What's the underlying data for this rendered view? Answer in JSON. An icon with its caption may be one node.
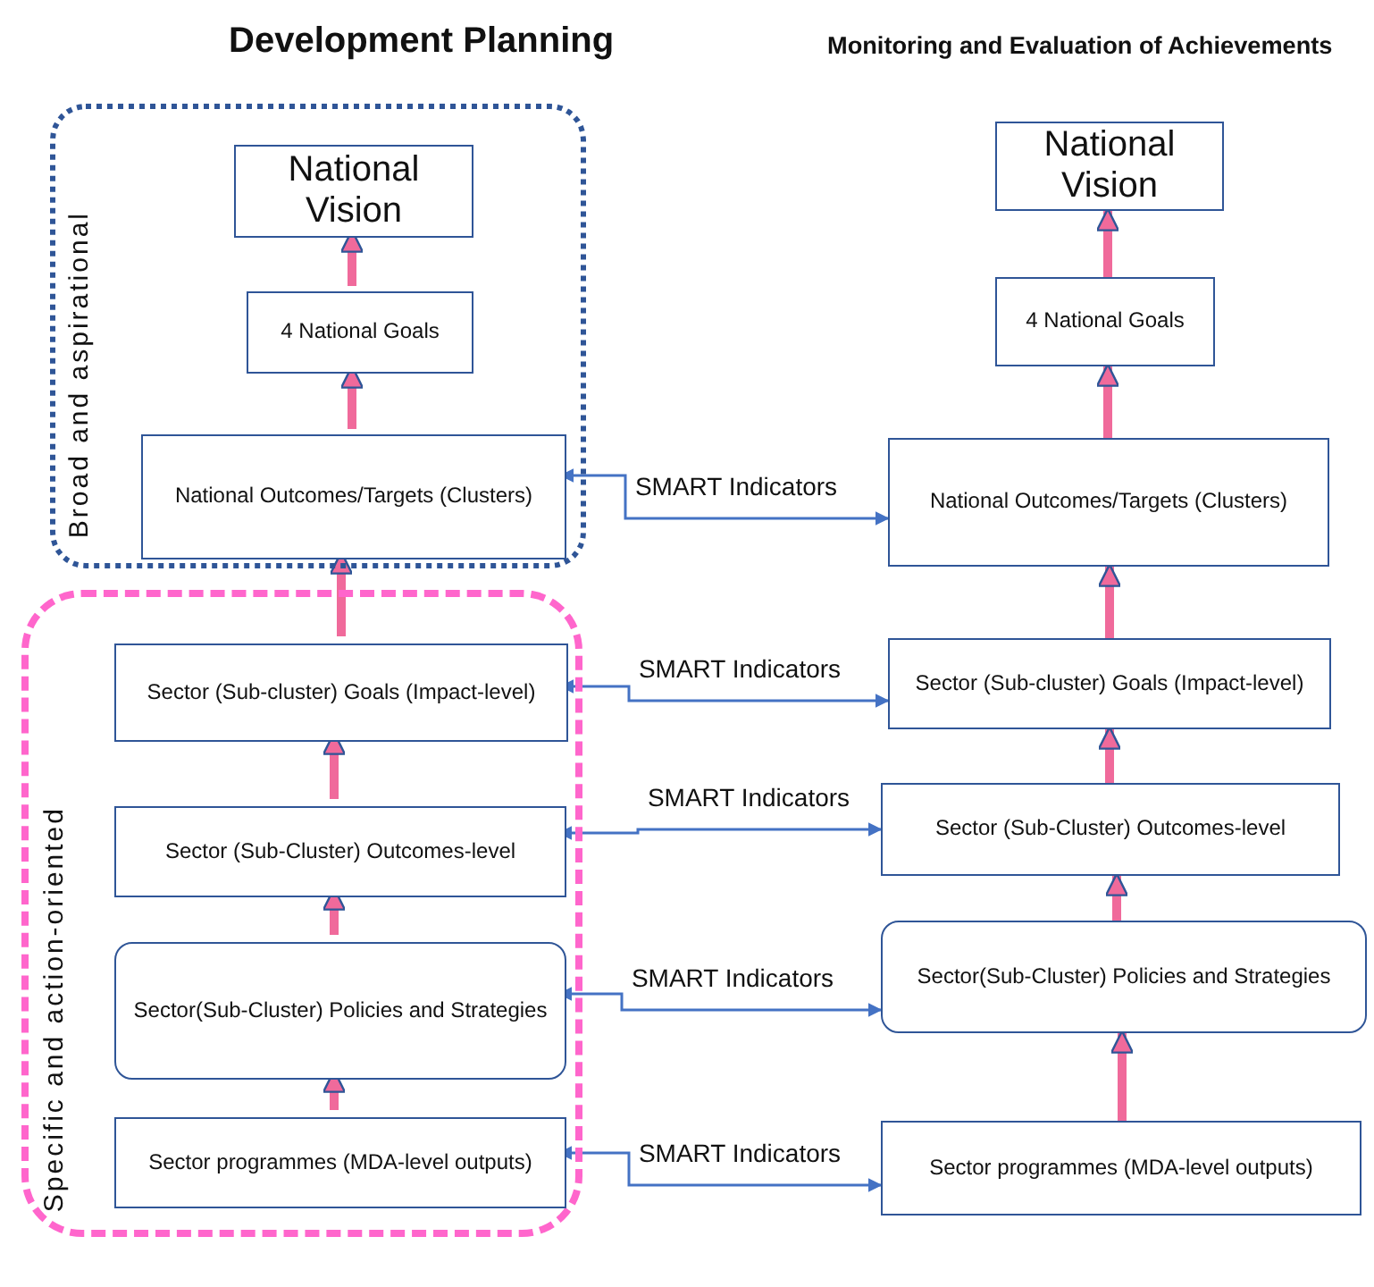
{
  "diagram": {
    "nodes": [
      {
        "text": [
          "Broad and aspirational"
        ]
      },
      {
        "text": [
          "National Vision"
        ],
        "in": 0
      },
      {
        "text": [
          "4 National Goals"
        ],
        "in": 0
      },
      {
        "text": [
          "National Outcomes/Targets (Clusters)"
        ],
        "in": 0
      },
      {
        "text": [
          "Specific and action-oriented"
        ]
      },
      {
        "text": [
          "Sector (Sub-cluster) Goals (Impact-level)"
        ],
        "in": 4
      },
      {
        "text": [
          "Sector (Sub-Cluster) Outcomes-level"
        ],
        "in": 4
      },
      {
        "text": [
          "Sector(Sub-Cluster) Policies and Strategies"
        ],
        "in": 4
      },
      {
        "text": [
          "Sector programmes (MDA-level outputs)"
        ],
        "in": 4
      },
      {
        "text": [
          "National Vision"
        ]
      },
      {
        "text": [
          "4 National Goals"
        ]
      },
      {
        "text": [
          "National Outcomes/Targets (Clusters)"
        ]
      },
      {
        "text": [
          "Sector (Sub-cluster) Goals (Impact-level)"
        ]
      },
      {
        "text": [
          "Sector (Sub-Cluster) Outcomes-level"
        ]
      },
      {
        "text": [
          "Sector(Sub-Cluster) Policies and Strategies"
        ]
      },
      {
        "text": [
          "Sector programmes (MDA-level outputs)"
        ]
      }
    ],
    "edges": [
      {
        "from": 2,
        "to": 1,
        "arrow": "to"
      },
      {
        "from": 3,
        "to": 2,
        "arrow": "to"
      },
      {
        "from": 5,
        "to": 3,
        "arrow": "to"
      },
      {
        "from": 6,
        "to": 5,
        "arrow": "to"
      },
      {
        "from": 7,
        "to": 6,
        "arrow": "to"
      },
      {
        "from": 8,
        "to": 7,
        "arrow": "to"
      },
      {
        "from": 10,
        "to": 9,
        "arrow": "to"
      },
      {
        "from": 11,
        "to": 10,
        "arrow": "to"
      },
      {
        "from": 12,
        "to": 11,
        "arrow": "to"
      },
      {
        "from": 13,
        "to": 12,
        "arrow": "to"
      },
      {
        "from": 14,
        "to": 13,
        "arrow": "to"
      },
      {
        "from": 15,
        "to": 14,
        "arrow": "to"
      },
      {
        "from": 3,
        "to": 11,
        "arrow": "both",
        "label": "SMART Indicators",
        "color": "#4472c4"
      },
      {
        "from": 5,
        "to": 12,
        "arrow": "both",
        "label": "SMART Indicators",
        "color": "#4472c4"
      },
      {
        "from": 6,
        "to": 13,
        "arrow": "both",
        "label": "SMART Indicators",
        "color": "#4472c4"
      },
      {
        "from": 7,
        "to": 14,
        "arrow": "both",
        "label": "SMART Indicators",
        "color": "#4472c4"
      },
      {
        "from": 8,
        "to": 15,
        "arrow": "both",
        "label": "SMART Indicators",
        "color": "#4472c4"
      }
    ],
    "labels": [
      "Development Planning",
      "Monitoring and Evaluation of Achievements"
    ]
  }
}
